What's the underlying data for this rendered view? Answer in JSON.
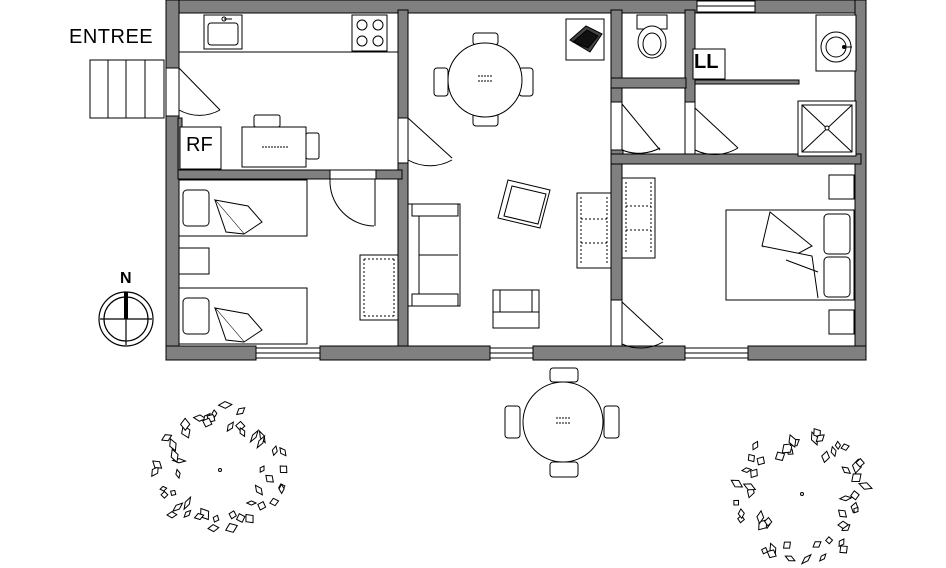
{
  "labels": {
    "entrance": "ENTREE",
    "fridge": "RF",
    "laundry": "LL",
    "north": "N"
  },
  "colors": {
    "wall": "#808080",
    "line": "#000000",
    "background": "#ffffff"
  },
  "icons": [
    "sink-icon",
    "stove-icon",
    "toilet-icon",
    "washbasin-icon",
    "shower-icon",
    "fireplace-icon",
    "compass-icon",
    "tree-icon"
  ]
}
